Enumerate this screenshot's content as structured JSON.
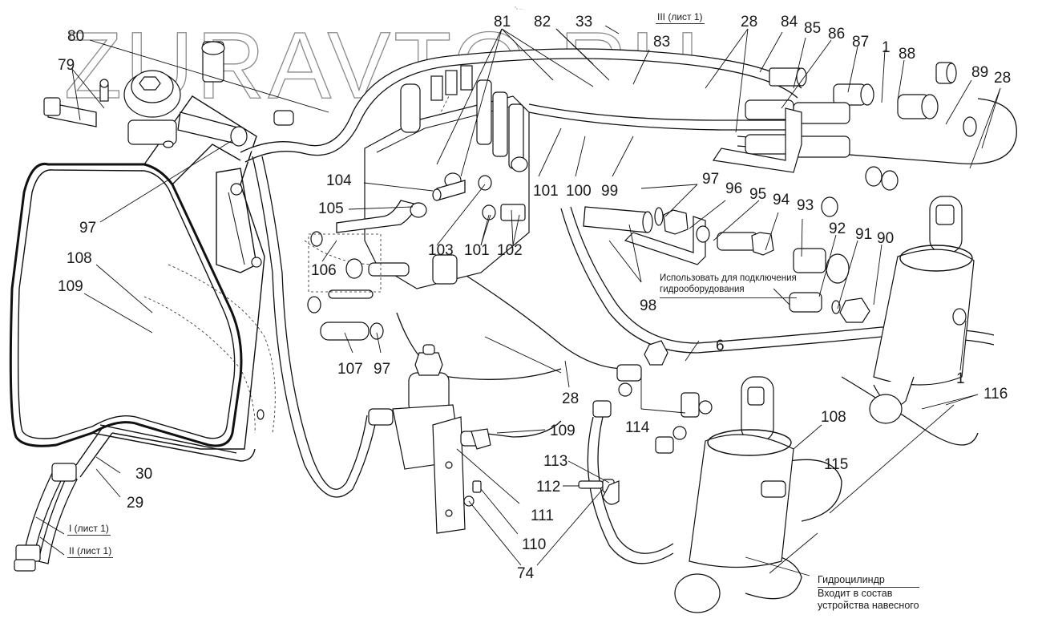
{
  "diagram": {
    "type": "exploded parts diagram",
    "subject": "hydraulic system piping and fittings",
    "watermark": "ZURAVTO.RU",
    "header_mark": "°ₙ …"
  },
  "callouts": [
    {
      "id": "c80",
      "label": "80"
    },
    {
      "id": "c79",
      "label": "79"
    },
    {
      "id": "c97a",
      "label": "97"
    },
    {
      "id": "c81",
      "label": "81"
    },
    {
      "id": "c82",
      "label": "82"
    },
    {
      "id": "c33",
      "label": "33"
    },
    {
      "id": "c83",
      "label": "83"
    },
    {
      "id": "c28a",
      "label": "28"
    },
    {
      "id": "c84",
      "label": "84"
    },
    {
      "id": "c85",
      "label": "85"
    },
    {
      "id": "c86",
      "label": "86"
    },
    {
      "id": "c87",
      "label": "87"
    },
    {
      "id": "c1a",
      "label": "1"
    },
    {
      "id": "c88",
      "label": "88"
    },
    {
      "id": "c89",
      "label": "89"
    },
    {
      "id": "c28b",
      "label": "28"
    },
    {
      "id": "c104",
      "label": "104"
    },
    {
      "id": "c105",
      "label": "105"
    },
    {
      "id": "c106",
      "label": "106"
    },
    {
      "id": "c103",
      "label": "103"
    },
    {
      "id": "c101a",
      "label": "101"
    },
    {
      "id": "c101b",
      "label": "101"
    },
    {
      "id": "c102",
      "label": "102"
    },
    {
      "id": "c100",
      "label": "100"
    },
    {
      "id": "c99",
      "label": "99"
    },
    {
      "id": "c97b",
      "label": "97"
    },
    {
      "id": "c96",
      "label": "96"
    },
    {
      "id": "c95",
      "label": "95"
    },
    {
      "id": "c94",
      "label": "94"
    },
    {
      "id": "c93",
      "label": "93"
    },
    {
      "id": "c92",
      "label": "92"
    },
    {
      "id": "c91",
      "label": "91"
    },
    {
      "id": "c90",
      "label": "90"
    },
    {
      "id": "c98",
      "label": "98"
    },
    {
      "id": "c108a",
      "label": "108"
    },
    {
      "id": "c109a",
      "label": "109"
    },
    {
      "id": "c107",
      "label": "107"
    },
    {
      "id": "c97c",
      "label": "97"
    },
    {
      "id": "c28c",
      "label": "28"
    },
    {
      "id": "c6",
      "label": "6"
    },
    {
      "id": "c1b",
      "label": "1"
    },
    {
      "id": "c116",
      "label": "116"
    },
    {
      "id": "c114",
      "label": "114"
    },
    {
      "id": "c109b",
      "label": "109"
    },
    {
      "id": "c108b",
      "label": "108"
    },
    {
      "id": "c115",
      "label": "115"
    },
    {
      "id": "c30",
      "label": "30"
    },
    {
      "id": "c29",
      "label": "29"
    },
    {
      "id": "c113",
      "label": "113"
    },
    {
      "id": "c112",
      "label": "112"
    },
    {
      "id": "c111",
      "label": "111"
    },
    {
      "id": "c110",
      "label": "110"
    },
    {
      "id": "c74",
      "label": "74"
    }
  ],
  "sheet_refs": {
    "ref_I": "I (лист 1)",
    "ref_II": "II (лист 1)",
    "ref_III": "III (лист 1)"
  },
  "notes": {
    "connect_note_line1": "Использовать для подключения",
    "connect_note_line2": "гидрооборудования",
    "cylinder_title": "Гидроцилиндр",
    "cylinder_line2": "Входит в состав",
    "cylinder_line3": "устройства навесного"
  }
}
